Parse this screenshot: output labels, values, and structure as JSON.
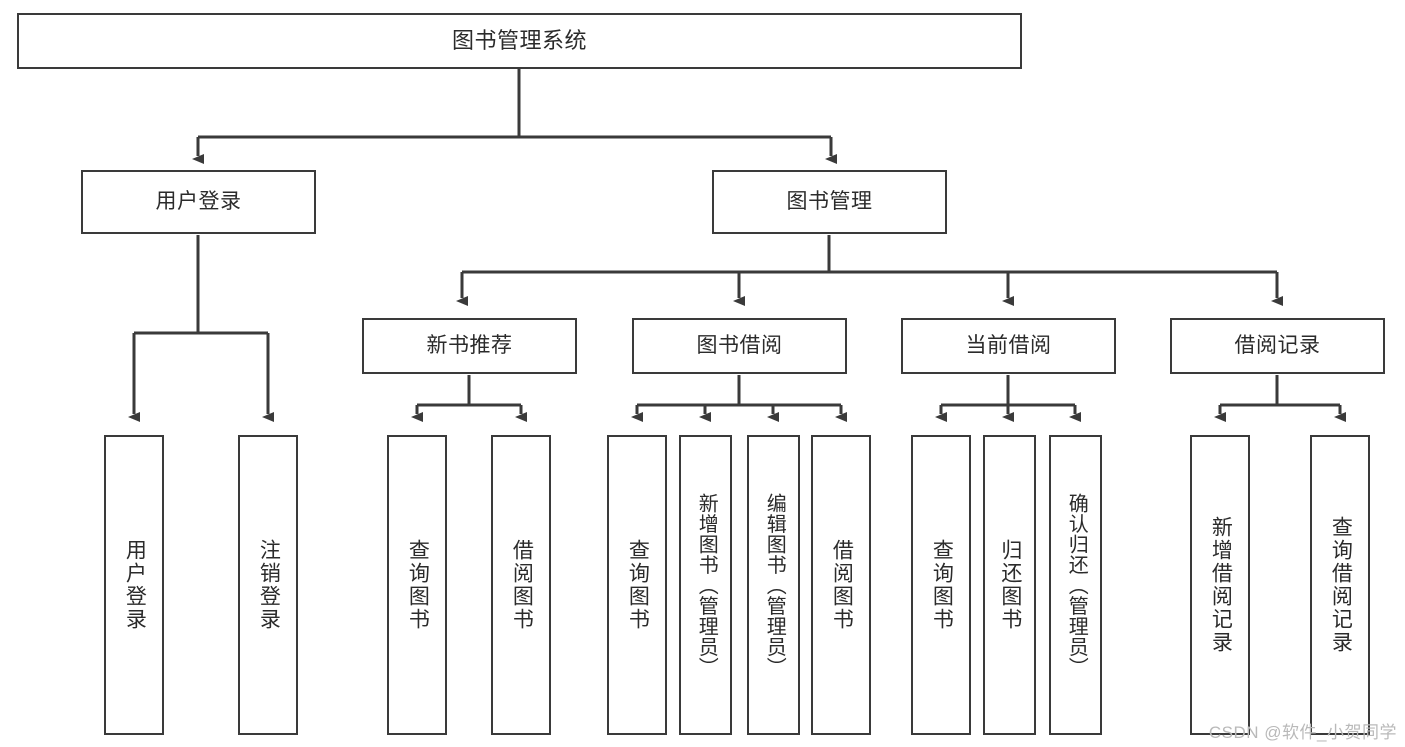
{
  "diagram": {
    "title": "图书管理系统",
    "type": "tree-hierarchy",
    "background_color": "#ffffff",
    "line_color": "#3a3a3a",
    "text_color": "#2b2b2b",
    "root": {
      "label": "图书管理系统"
    },
    "level2": [
      {
        "label": "用户登录"
      },
      {
        "label": "图书管理"
      }
    ],
    "level3": [
      {
        "label": "新书推荐"
      },
      {
        "label": "图书借阅"
      },
      {
        "label": "当前借阅"
      },
      {
        "label": "借阅记录"
      }
    ],
    "leaves": {
      "user_login": [
        {
          "label": "用户登录"
        },
        {
          "label": "注销登录"
        }
      ],
      "new_book_recommend": [
        {
          "label": "查询图书"
        },
        {
          "label": "借阅图书"
        }
      ],
      "book_borrow": [
        {
          "label": "查询图书"
        },
        {
          "label": "新增图书（管理员）"
        },
        {
          "label": "编辑图书（管理员）"
        },
        {
          "label": "借阅图书"
        }
      ],
      "current_borrow": [
        {
          "label": "查询图书"
        },
        {
          "label": "归还图书"
        },
        {
          "label": "确认归还（管理员）"
        }
      ],
      "borrow_record": [
        {
          "label": "新增借阅记录"
        },
        {
          "label": "查询借阅记录"
        }
      ]
    }
  },
  "watermark": {
    "text": "CSDN @软件_小贺同学"
  }
}
